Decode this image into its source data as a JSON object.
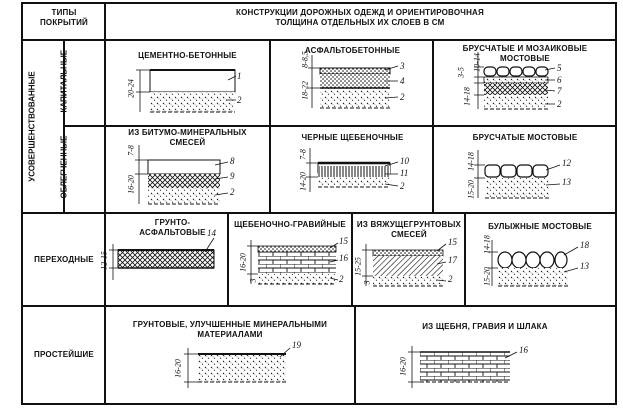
{
  "header": {
    "types_line1": "ТИПЫ",
    "types_line2": "ПОКРЫТИЙ",
    "title_line1": "КОНСТРУКЦИИ ДОРОЖНЫХ ОДЕЖД И ОРИЕНТИРОВОЧНАЯ",
    "title_line2": "ТОЛЩИНА   ОТДЕЛЬНЫХ ИХ СЛОЕВ В СМ"
  },
  "rows": {
    "improved": "УСОВЕРШЕНСТВОВАННЫЕ",
    "capital": "КАПИТАЛЬНЫЕ",
    "lightweight": "ОБЛЕГЧЕННЫЕ",
    "transitional": "ПЕРЕХОДНЫЕ",
    "simplest": "ПРОСТЕЙШИЕ"
  },
  "cells": {
    "cement": {
      "title": "ЦЕМЕНТНО-БЕТОННЫЕ",
      "dim": "20-24",
      "labels": [
        "1",
        "2"
      ]
    },
    "asphalt": {
      "title": "АСФАЛЬТОБЕТОННЫЕ",
      "dim_top": "8-8,5",
      "dim_bottom": "18-22",
      "labels": [
        "3",
        "4",
        "2"
      ]
    },
    "mosaic": {
      "title_line1": "БРУСЧАТЫЕ И МОЗАИКОВЫЕ",
      "title_line2": "МОСТОВЫЕ",
      "dim_a": "10-14",
      "dim_b": "3-5",
      "dim_c": "14-18",
      "labels": [
        "5",
        "6",
        "7",
        "2"
      ]
    },
    "bitumen": {
      "title_line1": "ИЗ БИТУМО-МИНЕРАЛЬНЫХ",
      "title_line2": "СМЕСЕЙ",
      "dim_top": "7-8",
      "dim_bottom": "16-20",
      "labels": [
        "8",
        "9",
        "2"
      ]
    },
    "black": {
      "title": "ЧЕРНЫЕ ЩЕБЕНОЧНЫЕ",
      "dim_top": "7-8",
      "dim_bottom": "14-20",
      "labels": [
        "10",
        "11",
        "2"
      ]
    },
    "paving": {
      "title": "БРУСЧАТЫЕ МОСТОВЫЕ",
      "dim_top": "14-18",
      "dim_bottom": "15-20",
      "labels": [
        "12",
        "13"
      ]
    },
    "soil_asphalt": {
      "title_line1": "ГРУНТО-",
      "title_line2": "АСФАЛЬТОВЫЕ",
      "dim": "12-15",
      "labels": [
        "14"
      ]
    },
    "gravel": {
      "title": "ЩЕБЕНОЧНО-ГРАВИЙНЫЕ",
      "dim": "16-20",
      "dim_small": "3",
      "labels": [
        "15",
        "16",
        "2"
      ]
    },
    "binder": {
      "title_line1": "ИЗ ВЯЖУЩЕГРУНТОВЫХ",
      "title_line2": "СМЕСЕЙ",
      "dim": "15-25",
      "dim_small": "3",
      "labels": [
        "15",
        "17",
        "2"
      ]
    },
    "cobble": {
      "title": "БУЛЫЖНЫЕ МОСТОВЫЕ",
      "dim_top": "14-18",
      "dim_bottom": "15-20",
      "labels": [
        "18",
        "13"
      ]
    },
    "soil_improved": {
      "title_line1": "ГРУНТОВЫЕ, УЛУЧШЕННЫЕ МИНЕРАЛЬНЫМИ",
      "title_line2": "МАТЕРИАЛАМИ",
      "dim": "16-20",
      "labels": [
        "19"
      ]
    },
    "crushed": {
      "title": "ИЗ ЩЕБНЯ, ГРАВИЯ И ШЛАКА",
      "dim": "16-20",
      "labels": [
        "16"
      ]
    }
  }
}
